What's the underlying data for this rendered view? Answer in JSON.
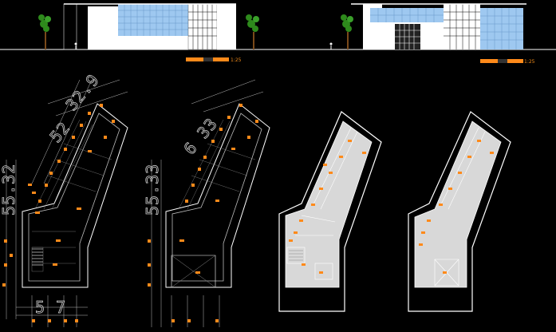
{
  "drawing": {
    "background": "#000000",
    "line_color": "#ffffff",
    "accent_color": "#ff8a1a",
    "glass_color": "#9ec8f0",
    "tree_color": "#2e8a1c"
  },
  "elevations": [
    {
      "name": "elevation-left",
      "scale_label": "1:25"
    },
    {
      "name": "elevation-right",
      "scale_label": "1:25"
    }
  ],
  "plans": [
    {
      "name": "plan-1",
      "style": "dimensioned",
      "dim_top": "32.9",
      "dim_mid": "52",
      "dim_left": "55.32",
      "dim_bottom": "5  7"
    },
    {
      "name": "plan-2",
      "style": "dimensioned",
      "dim_top": "6  33",
      "dim_mid": "",
      "dim_left": "55.33",
      "dim_bottom": ""
    },
    {
      "name": "plan-3",
      "style": "rendered"
    },
    {
      "name": "plan-4",
      "style": "rendered"
    }
  ]
}
